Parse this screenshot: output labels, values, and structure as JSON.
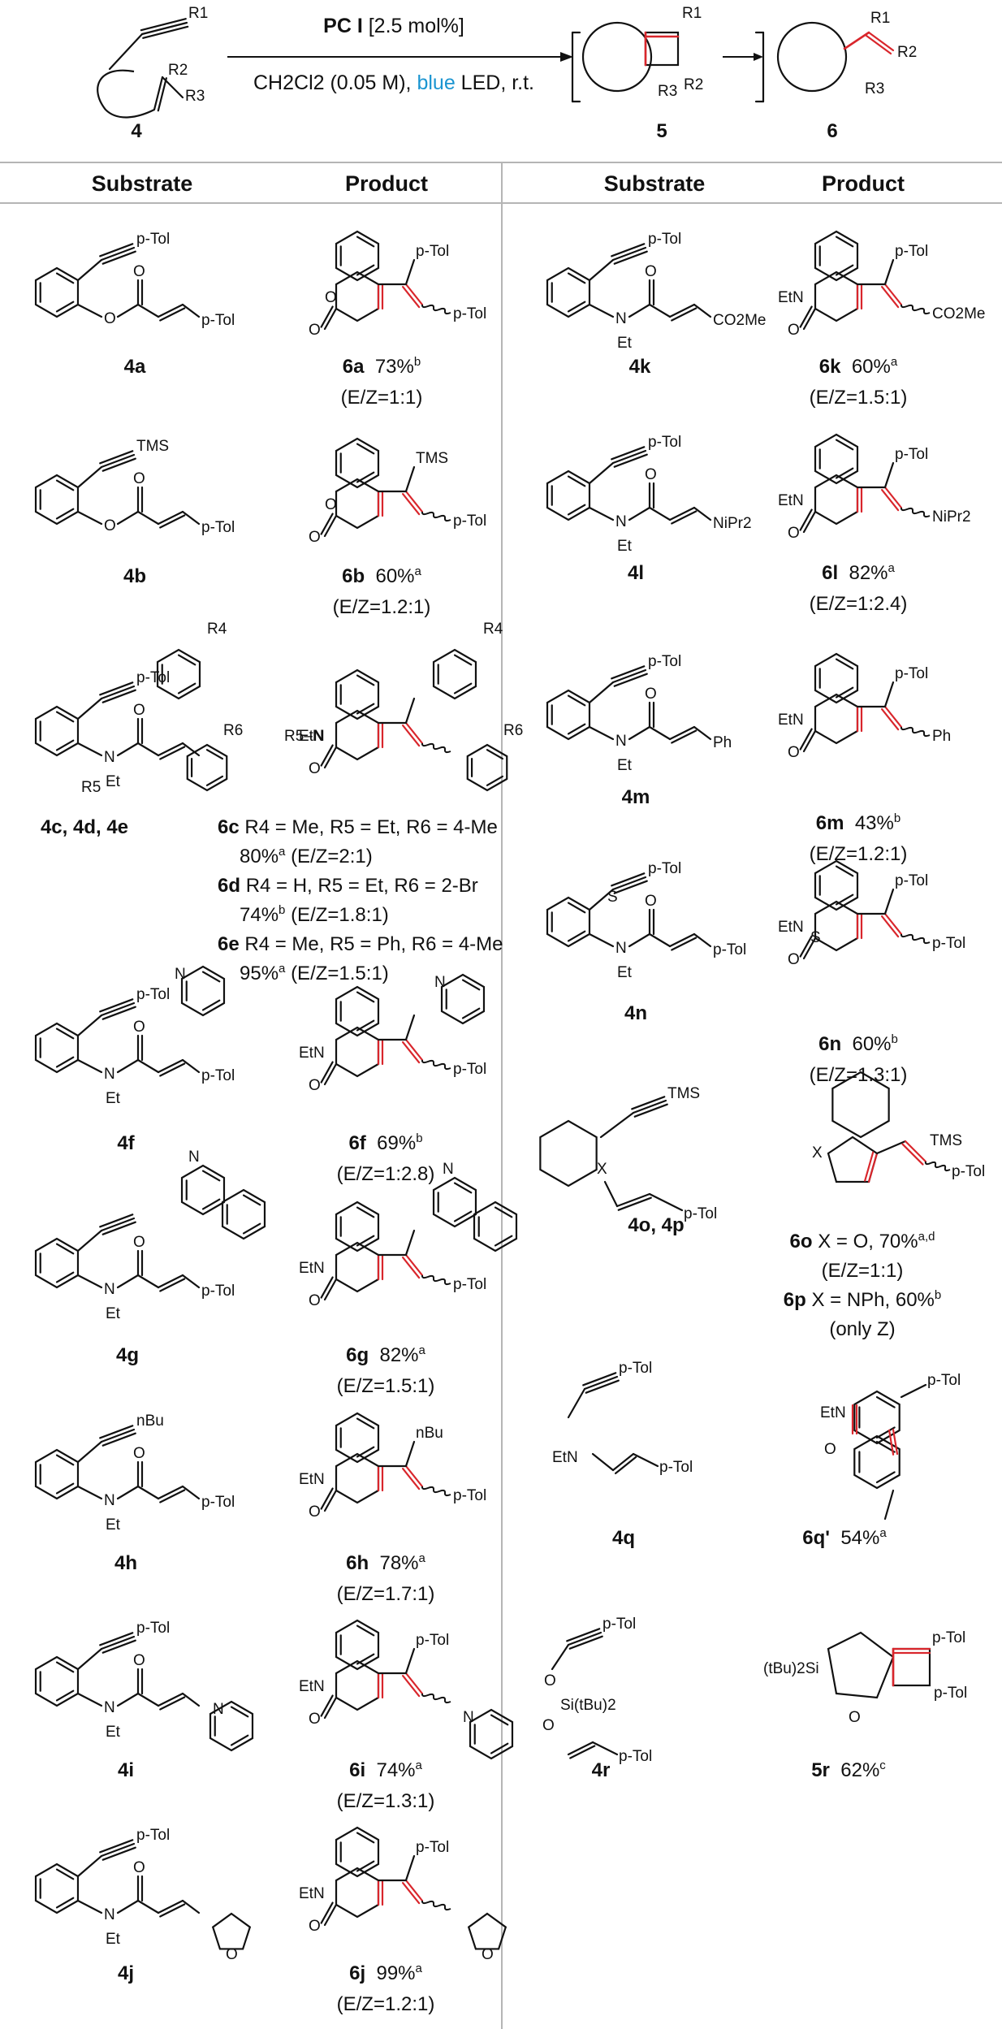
{
  "scheme": {
    "reagent": "PC I",
    "loading": "[2.5 mol%]",
    "solvent": "CH2Cl2 (0.05 M),",
    "light_color": "blue",
    "light_rest": "LED, r.t.",
    "compound_labels": {
      "start": "4",
      "intermediate": "5",
      "product": "6"
    }
  },
  "headers": {
    "substrate": "Substrate",
    "product": "Product"
  },
  "left_column": [
    {
      "substrate": "4a",
      "product": "6a",
      "yield": "73%",
      "note": "b",
      "ez": "(E/Z=1:1)"
    },
    {
      "substrate": "4b",
      "product": "6b",
      "yield": "60%",
      "note": "a",
      "ez": "(E/Z=1.2:1)"
    },
    {
      "substrate": "4c, 4d, 4e",
      "entries": [
        {
          "id": "6c",
          "text": "R4 = Me, R5 = Et, R6 = 4-Me",
          "yield": "80%",
          "note": "a",
          "ez": "(E/Z=2:1)"
        },
        {
          "id": "6d",
          "text": "R4 = H, R5 = Et, R6 = 2-Br",
          "yield": "74%",
          "note": "b",
          "ez": "(E/Z=1.8:1)"
        },
        {
          "id": "6e",
          "text": "R4 = Me, R5 = Ph, R6 = 4-Me",
          "yield": "95%",
          "note": "a",
          "ez": "(E/Z=1.5:1)"
        }
      ]
    },
    {
      "substrate": "4f",
      "product": "6f",
      "yield": "69%",
      "note": "b",
      "ez": "(E/Z=1:2.8)"
    },
    {
      "substrate": "4g",
      "product": "6g",
      "yield": "82%",
      "note": "a",
      "ez": "(E/Z=1.5:1)"
    },
    {
      "substrate": "4h",
      "product": "6h",
      "yield": "78%",
      "note": "a",
      "ez": "(E/Z=1.7:1)"
    },
    {
      "substrate": "4i",
      "product": "6i",
      "yield": "74%",
      "note": "a",
      "ez": "(E/Z=1.3:1)"
    },
    {
      "substrate": "4j",
      "product": "6j",
      "yield": "99%",
      "note": "a",
      "ez": "(E/Z=1.2:1)"
    }
  ],
  "right_column": [
    {
      "substrate": "4k",
      "product": "6k",
      "yield": "60%",
      "note": "a",
      "ez": "(E/Z=1.5:1)"
    },
    {
      "substrate": "4l",
      "product": "6l",
      "yield": "82%",
      "note": "a",
      "ez": "(E/Z=1:2.4)"
    },
    {
      "substrate": "4m",
      "product": "6m",
      "yield": "43%",
      "note": "b",
      "ez": "(E/Z=1.2:1)"
    },
    {
      "substrate": "4n",
      "product": "6n",
      "yield": "60%",
      "note": "b",
      "ez": "(E/Z=1.3:1)"
    },
    {
      "substrate": "4o, 4p",
      "entries": [
        {
          "id": "6o",
          "text": "X = O, 70%",
          "note": "a,d",
          "ez": "(E/Z=1:1)"
        },
        {
          "id": "6p",
          "text": "X = NPh, 60%",
          "note": "b",
          "ez": "(only Z)"
        }
      ]
    },
    {
      "substrate": "4q",
      "product": "6q'",
      "yield": "54%",
      "note": "a"
    },
    {
      "substrate": "4r",
      "product": "5r",
      "yield": "62%",
      "note": "c"
    }
  ],
  "atom_labels": {
    "ptol": "p-Tol",
    "tms": "TMS",
    "et": "Et",
    "etn": "EtN",
    "o": "O",
    "n": "N",
    "r1": "R1",
    "r2": "R2",
    "r3": "R3",
    "r4": "R4",
    "r5": "R5",
    "r6": "R6",
    "co2me": "CO2Me",
    "nipr2": "NiPr2",
    "ph": "Ph",
    "nbu": "nBu",
    "s": "S",
    "x": "X",
    "si": "Si(tBu)2",
    "tbu2si": "(tBu)2Si"
  },
  "colors": {
    "bond_highlight": "#d9262c",
    "light_text": "#1b95d1",
    "rule": "#b5b5b5"
  }
}
